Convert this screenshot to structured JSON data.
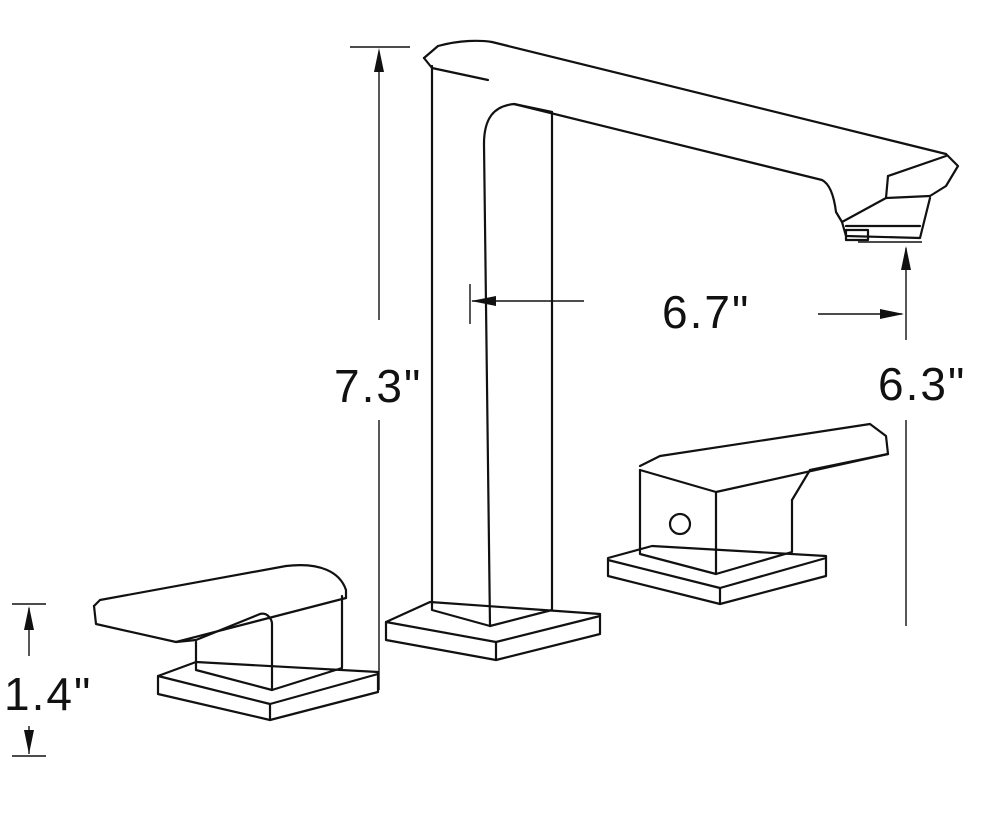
{
  "dimensions": {
    "total_height": "7.3\"",
    "spout_reach": "6.7\"",
    "spout_height": "6.3\"",
    "handle_height": "1.4\""
  }
}
